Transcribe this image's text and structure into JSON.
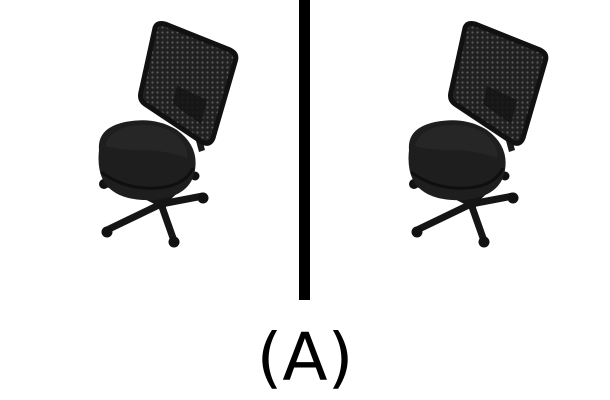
{
  "panels": [
    {
      "name": "left-view",
      "object": "office-chair-icon"
    },
    {
      "name": "right-view",
      "object": "office-chair-icon"
    }
  ],
  "caption": "(A)",
  "colors": {
    "background": "#ffffff",
    "divider": "#000000",
    "chair_body": "#1c1c1c",
    "chair_mesh": "#2a2a2a",
    "chair_highlight": "#4a4a4a"
  }
}
